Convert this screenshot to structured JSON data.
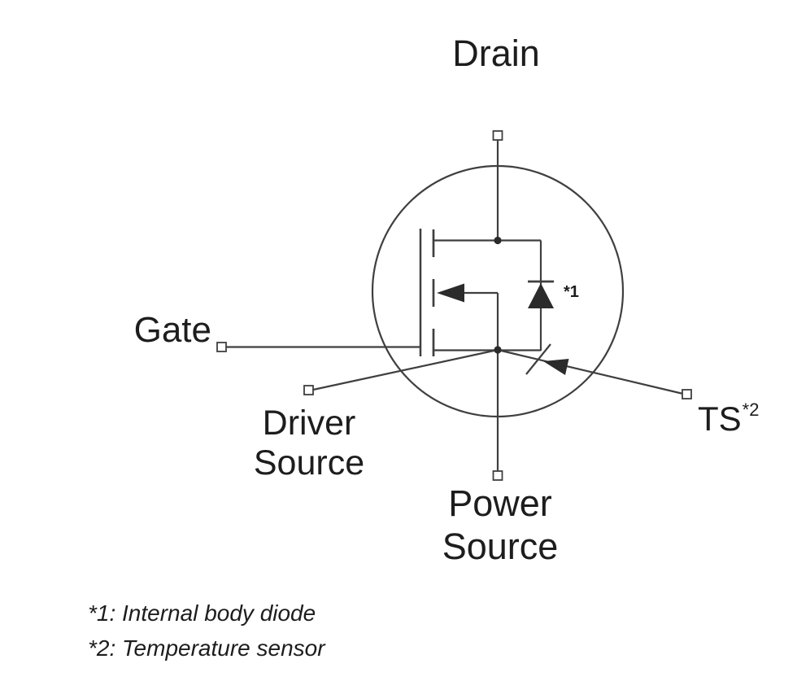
{
  "diagram": {
    "terminals": {
      "drain": {
        "label": "Drain"
      },
      "gate": {
        "label": "Gate"
      },
      "driver_source": {
        "line1": "Driver",
        "line2": "Source"
      },
      "power_source": {
        "line1": "Power",
        "line2": "Source"
      },
      "ts": {
        "label": "TS",
        "superscript": "*2"
      }
    },
    "annotations": {
      "body_diode": "*1"
    },
    "footnotes": {
      "note1": "*1: Internal body diode",
      "note2": "*2: Temperature sensor"
    },
    "colors": {
      "line": "#3f3f3f",
      "fill": "#2b2b2b",
      "text": "#1d1d1d",
      "background": "#ffffff"
    }
  }
}
